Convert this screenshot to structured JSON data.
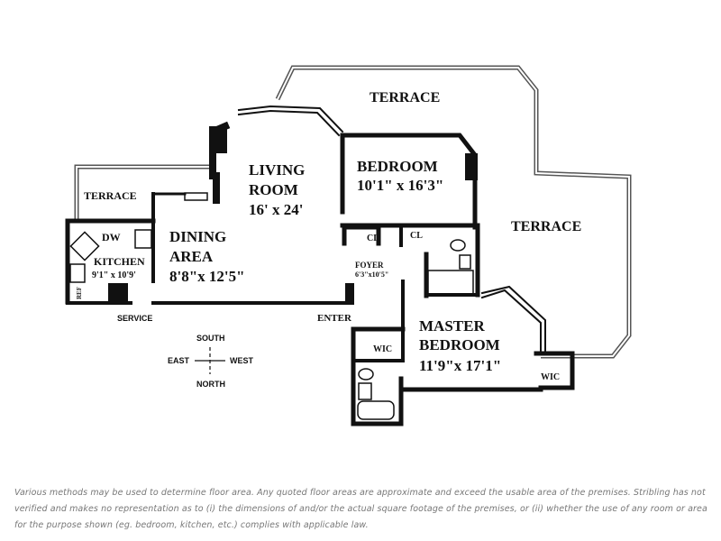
{
  "rooms": {
    "terrace_top": "TERRACE",
    "terrace_right": "TERRACE",
    "terrace_left": "TERRACE",
    "living": {
      "name1": "LIVING",
      "name2": "ROOM",
      "dims": "16' x 24'"
    },
    "bedroom": {
      "name": "BEDROOM",
      "dims": "10'1\" x 16'3\""
    },
    "dining": {
      "name1": "DINING",
      "name2": "AREA",
      "dims": "8'8\"x 12'5\""
    },
    "kitchen": {
      "name": "KITCHEN",
      "dims": "9'1\" x 10'9'",
      "dw": "DW",
      "ref": "REF"
    },
    "cl1": "CL",
    "cl2": "CL",
    "foyer": {
      "name": "FOYER",
      "dims": "6'3\"x10'5\""
    },
    "master": {
      "name1": "MASTER",
      "name2": "BEDROOM",
      "dims": "11'9\"x  17'1\""
    },
    "wic1": "WIC",
    "wic2": "WIC"
  },
  "labels": {
    "service": "SERVICE",
    "enter": "ENTER"
  },
  "compass": {
    "south": "SOUTH",
    "east": "EAST",
    "west": "WEST",
    "north": "NORTH"
  },
  "disclaimer": "Various methods may be used to determine floor area. Any quoted floor areas are approximate and exceed the usable area of the premises. Stribling has not verified and makes no representation as to (i) the dimensions of and/or the actual square footage of the premises, or (ii) whether the use of any room or area for the purpose shown (eg. bedroom, kitchen, etc.) complies with applicable law."
}
